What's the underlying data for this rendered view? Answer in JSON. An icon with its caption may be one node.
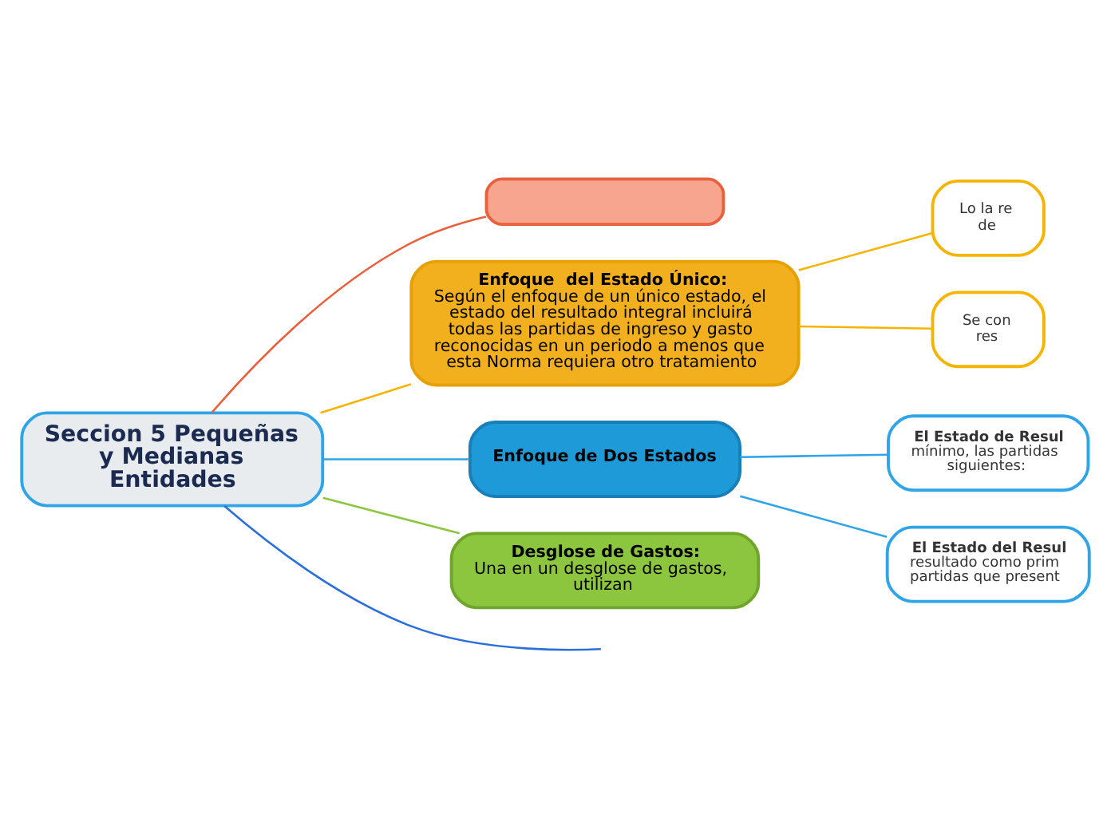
{
  "diagram": {
    "nodes": [
      {
        "text": [
          "Seccion 5 Pequeñas y Medianas Entidades"
        ]
      },
      {
        "text": [],
        "shape": "box"
      },
      {
        "text": [
          "Enfoque  del Estado Único:",
          "Según el enfoque de un único estado, el estado del resultado integral incluirá todas las partidas de ingreso y gasto reconocidas en un periodo a menos que esta Norma requiera otro tratamiento"
        ]
      },
      {
        "text": [
          "Lo la re de"
        ]
      },
      {
        "text": [
          "Se con res"
        ]
      },
      {
        "text": [
          "Enfoque de Dos Estados"
        ]
      },
      {
        "text": [
          "El Estado de Resul",
          "mínimo, las partidas siguientes:"
        ]
      },
      {
        "text": [
          "El Estado del Resul",
          "resultado como prim partidas que present"
        ]
      },
      {
        "text": [
          "Desglose de Gastos:",
          "Una en un desglose de gastos, utilizan"
        ]
      }
    ],
    "edges": [
      {
        "from": 0,
        "to": null,
        "arrow": "none",
        "color": "#2a6fdb"
      },
      {
        "from": 0,
        "to": 1,
        "arrow": "none",
        "color": "#e8603c"
      },
      {
        "from": 0,
        "to": 2,
        "arrow": "none",
        "color": "#f5b400"
      },
      {
        "from": 2,
        "to": 3,
        "arrow": "none",
        "color": "#f5b400"
      },
      {
        "from": 2,
        "to": 4,
        "arrow": "none",
        "color": "#f5b400"
      },
      {
        "from": 0,
        "to": 5,
        "arrow": "none",
        "color": "#2fa4e7"
      },
      {
        "from": 5,
        "to": 6,
        "arrow": "none",
        "color": "#2fa4e7"
      },
      {
        "from": 5,
        "to": 7,
        "arrow": "none",
        "color": "#2fa4e7"
      },
      {
        "from": 0,
        "to": 8,
        "arrow": "none",
        "color": "#8cc63f"
      }
    ]
  }
}
